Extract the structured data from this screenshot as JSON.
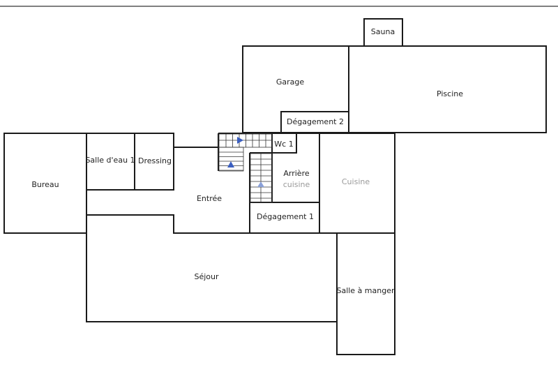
{
  "rooms": {
    "sauna": "Sauna",
    "garage": "Garage",
    "piscine": "Piscine",
    "degagement2": "Dégagement 2",
    "wc1": "Wc 1",
    "salle_eau": "Salle d'eau 1",
    "dressing": "Dressing",
    "bureau": "Bureau",
    "entree": "Entrée",
    "arriere_cuisine_1": "Arrière",
    "arriere_cuisine_2": "cuisine",
    "cuisine": "Cuisine",
    "degagement1": "Dégagement 1",
    "sejour": "Séjour",
    "salle_a_manger": "Salle à manger"
  },
  "colors": {
    "wall": "#1a1a1a",
    "stair_arrow": "#3b5fc0"
  }
}
